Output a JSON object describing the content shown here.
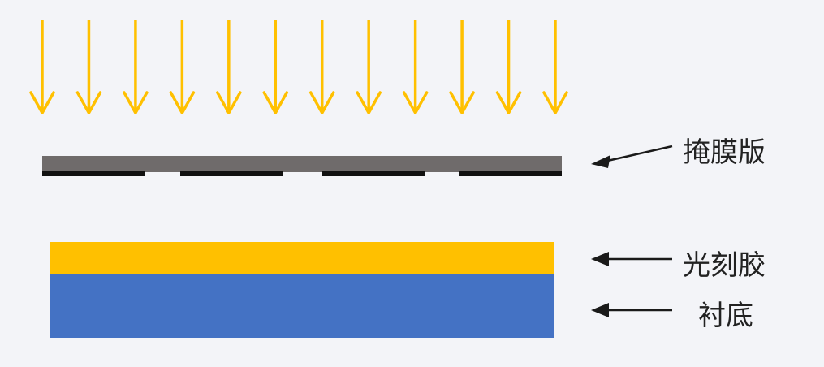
{
  "diagram": {
    "type": "photolithography-exposure",
    "light_arrow_count": 12,
    "labels": {
      "mask": "掩膜版",
      "photoresist": "光刻胶",
      "substrate": "衬底"
    },
    "colors": {
      "background": "#f3f4f8",
      "light_arrow": "#ffc000",
      "mask_plate": "#6f6b6b",
      "mask_pattern": "#111111",
      "photoresist": "#ffc000",
      "substrate": "#4472c4",
      "pointer": "#1a1a1a"
    }
  }
}
